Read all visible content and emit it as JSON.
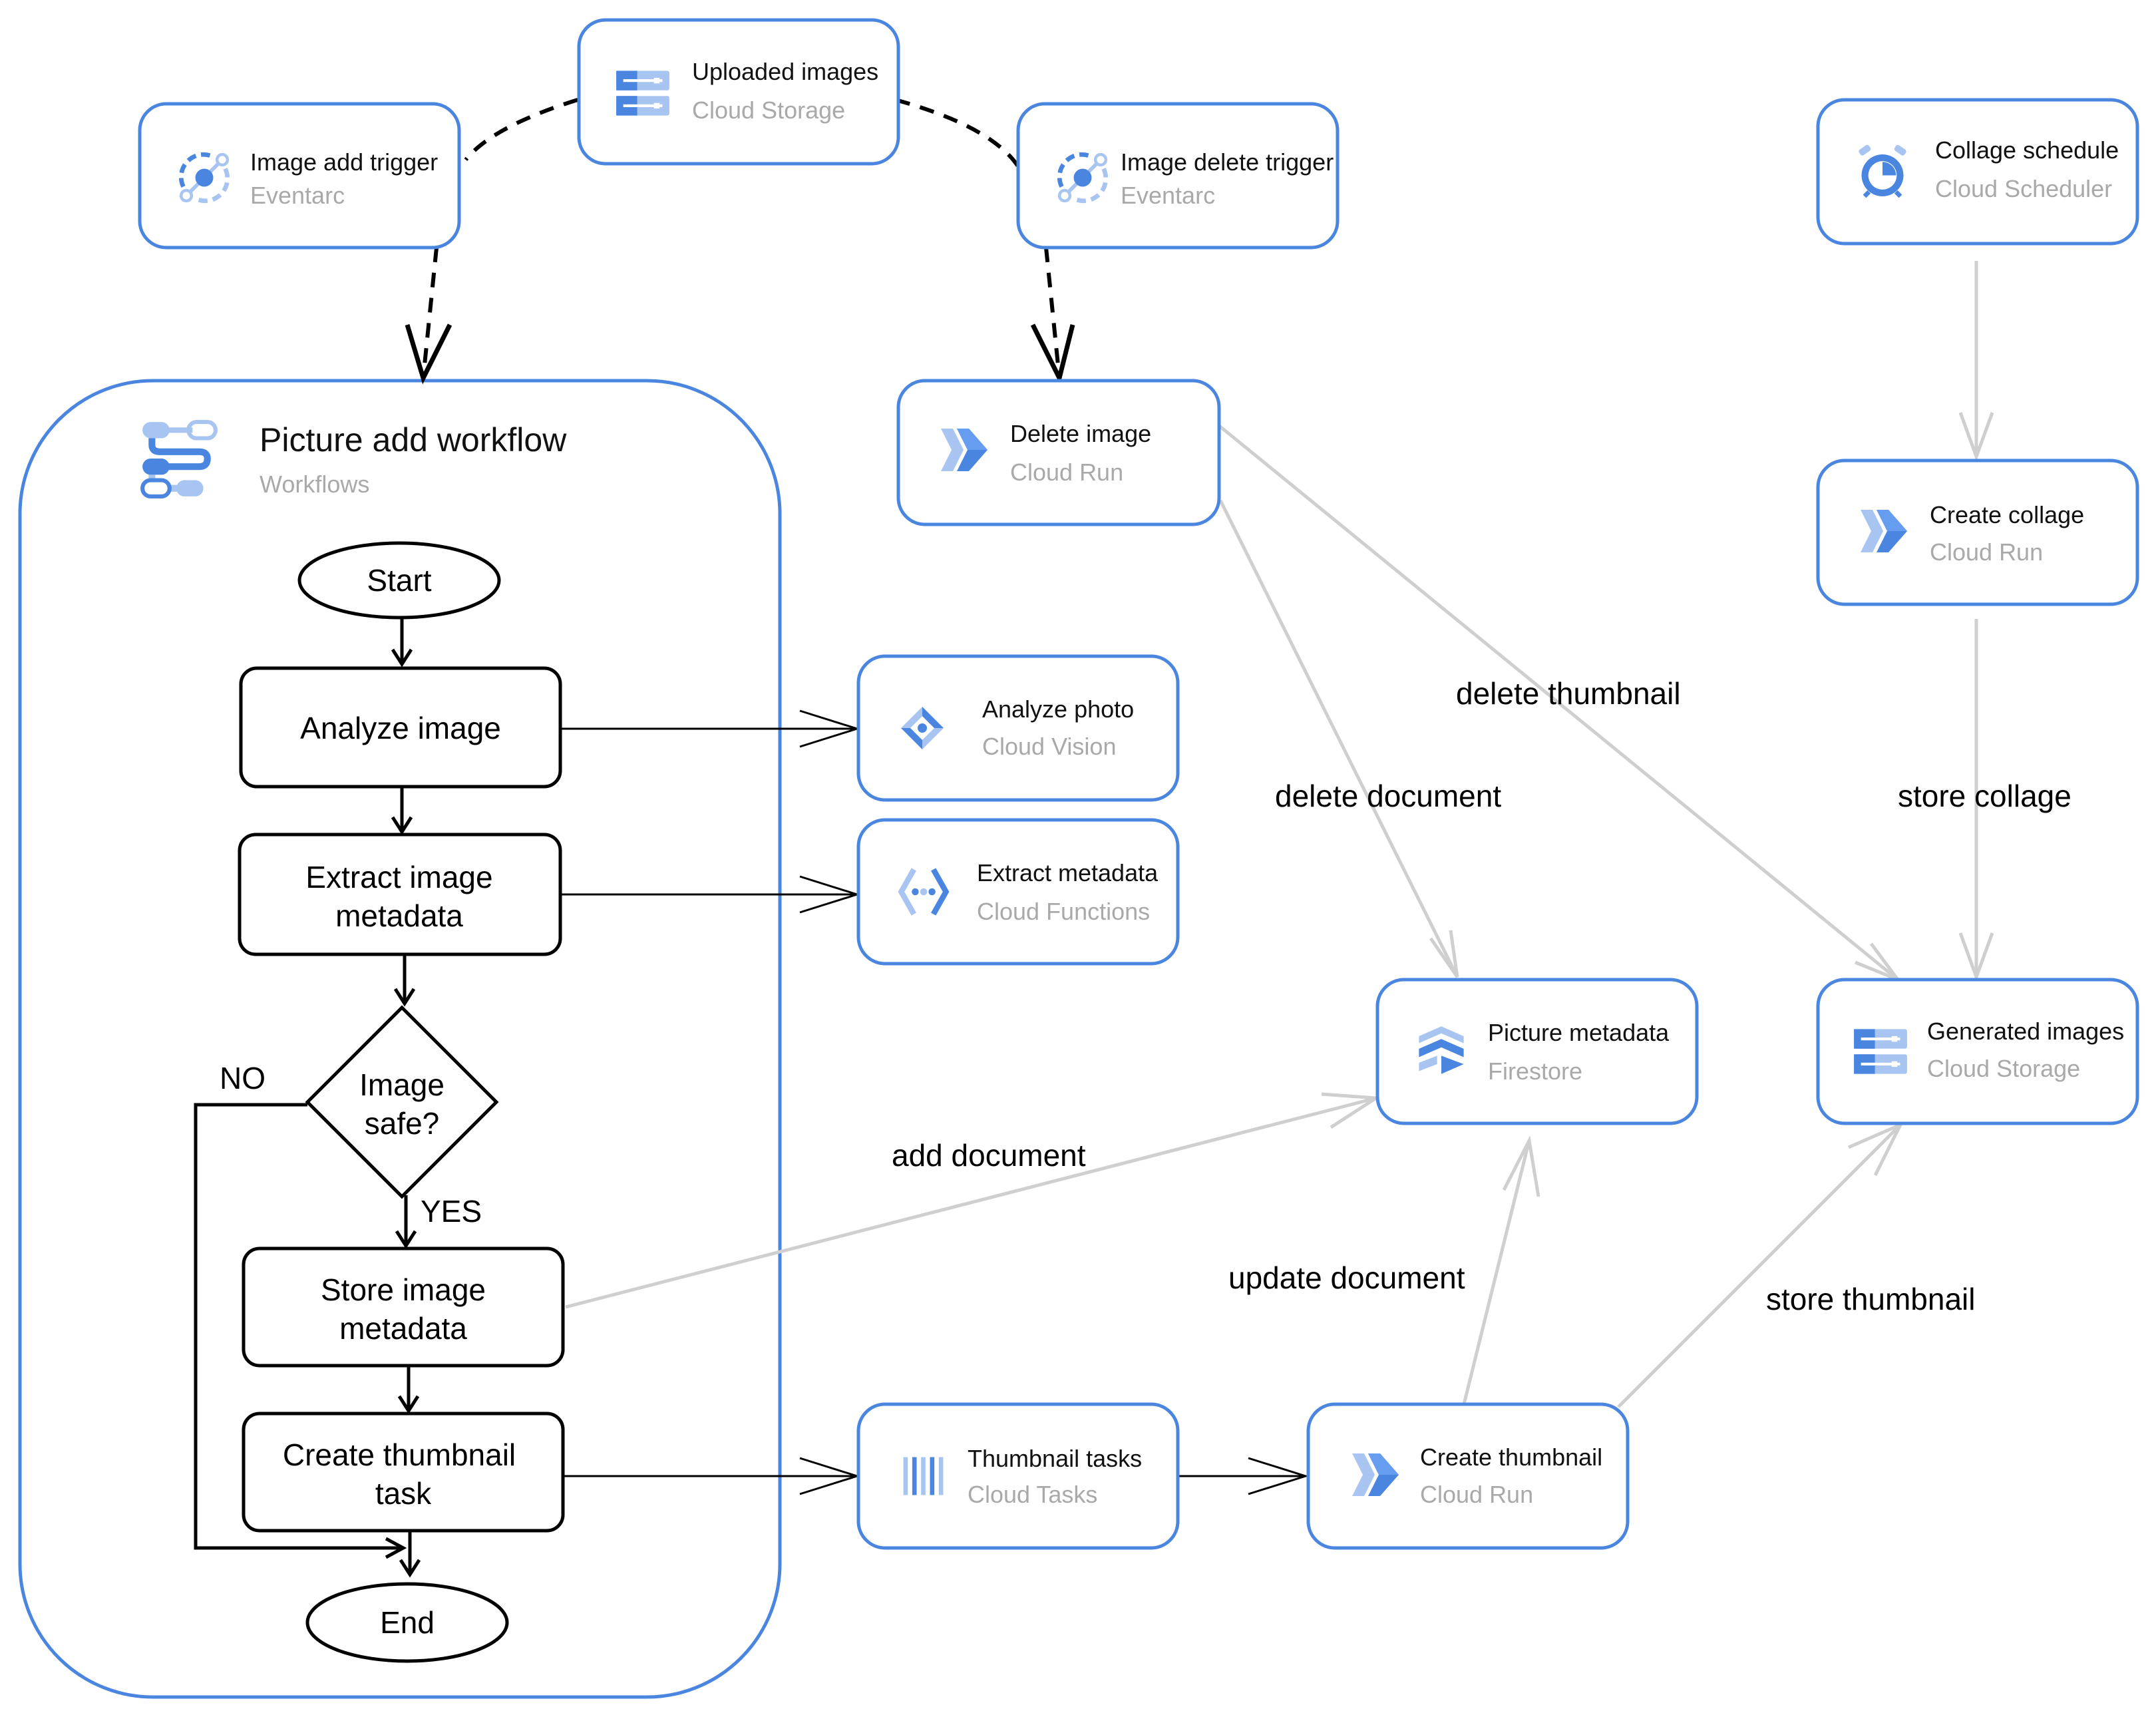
{
  "storage_uploaded": {
    "title": "Uploaded images",
    "subtitle": "Cloud Storage",
    "icon": "cloud-storage-icon"
  },
  "add_trigger": {
    "title": "Image add trigger",
    "subtitle": "Eventarc",
    "icon": "eventarc-icon"
  },
  "delete_trigger": {
    "title": "Image delete trigger",
    "subtitle": "Eventarc",
    "icon": "eventarc-icon"
  },
  "collage_schedule": {
    "title": "Collage schedule",
    "subtitle": "Cloud Scheduler",
    "icon": "cloud-scheduler-icon"
  },
  "delete_image": {
    "title": "Delete image",
    "subtitle": "Cloud Run",
    "icon": "cloud-run-icon"
  },
  "create_collage": {
    "title": "Create collage",
    "subtitle": "Cloud Run",
    "icon": "cloud-run-icon"
  },
  "analyze_photo": {
    "title": "Analyze photo",
    "subtitle": "Cloud Vision",
    "icon": "cloud-vision-icon"
  },
  "extract_metadata": {
    "title": "Extract metadata",
    "subtitle": "Cloud Functions",
    "icon": "cloud-functions-icon"
  },
  "picture_metadata": {
    "title": "Picture metadata",
    "subtitle": "Firestore",
    "icon": "firestore-icon"
  },
  "generated_images": {
    "title": "Generated images",
    "subtitle": "Cloud Storage",
    "icon": "cloud-storage-icon"
  },
  "thumbnail_tasks": {
    "title": "Thumbnail tasks",
    "subtitle": "Cloud Tasks",
    "icon": "cloud-tasks-icon"
  },
  "create_thumbnail": {
    "title": "Create thumbnail",
    "subtitle": "Cloud Run",
    "icon": "cloud-run-icon"
  },
  "workflow": {
    "title": "Picture add workflow",
    "subtitle": "Workflows",
    "icon": "workflows-icon",
    "start": "Start",
    "analyze": "Analyze image",
    "extract_line1": "Extract image",
    "extract_line2": "metadata",
    "decision_line1": "Image",
    "decision_line2": "safe?",
    "no_label": "NO",
    "yes_label": "YES",
    "store_line1": "Store image",
    "store_line2": "metadata",
    "thumb_line1": "Create thumbnail",
    "thumb_line2": "task",
    "end": "End"
  },
  "edges": {
    "delete_thumbnail": "delete thumbnail",
    "delete_document": "delete document",
    "store_collage": "store collage",
    "add_document": "add document",
    "update_document": "update document",
    "store_thumbnail": "store thumbnail"
  },
  "colors": {
    "card_border": "#4a86e0",
    "icon_blue": "#4a86e0",
    "icon_light": "#a8c5f2",
    "edge_grey": "#cfcfcf"
  }
}
